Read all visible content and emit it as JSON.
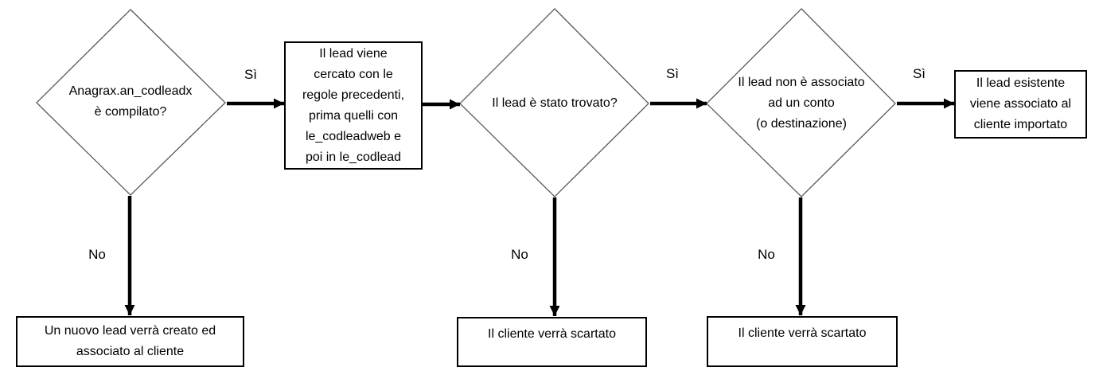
{
  "diagram": {
    "type": "flowchart",
    "language": "it",
    "colors": {
      "background": "#ffffff",
      "text": "#000000",
      "rect_border": "#000000",
      "diamond_border": "#5a5a5a",
      "arrow": "#000000"
    },
    "nodes": [
      {
        "id": "decision-codleadx",
        "type": "decision",
        "label": "Anagrax.an_codleadx\nè compilato?"
      },
      {
        "id": "process-search-lead",
        "type": "process",
        "label": "Il lead viene\ncercato con le\nregole precedenti,\nprima quelli con\nle_codleadweb e\npoi in le_codlead"
      },
      {
        "id": "decision-lead-found",
        "type": "decision",
        "label": "Il lead è stato trovato?"
      },
      {
        "id": "decision-lead-not-associated",
        "type": "decision",
        "label": "Il lead non è associato\nad un conto\n(o destinazione)"
      },
      {
        "id": "terminal-associate-existing",
        "type": "process",
        "label": "Il lead esistente\nviene associato al\ncliente importato"
      },
      {
        "id": "terminal-new-lead",
        "type": "process",
        "label": "Un nuovo lead verrà creato ed\nassociato al cliente"
      },
      {
        "id": "terminal-discard-1",
        "type": "process",
        "label": "Il cliente verrà scartato"
      },
      {
        "id": "terminal-discard-2",
        "type": "process",
        "label": "Il cliente verrà scartato"
      }
    ],
    "edges": [
      {
        "from": "decision-codleadx",
        "to": "process-search-lead",
        "label": "Sì"
      },
      {
        "from": "process-search-lead",
        "to": "decision-lead-found",
        "label": ""
      },
      {
        "from": "decision-lead-found",
        "to": "decision-lead-not-associated",
        "label": "Sì"
      },
      {
        "from": "decision-lead-not-associated",
        "to": "terminal-associate-existing",
        "label": "Sì"
      },
      {
        "from": "decision-codleadx",
        "to": "terminal-new-lead",
        "label": "No"
      },
      {
        "from": "decision-lead-found",
        "to": "terminal-discard-1",
        "label": "No"
      },
      {
        "from": "decision-lead-not-associated",
        "to": "terminal-discard-2",
        "label": "No"
      }
    ]
  }
}
